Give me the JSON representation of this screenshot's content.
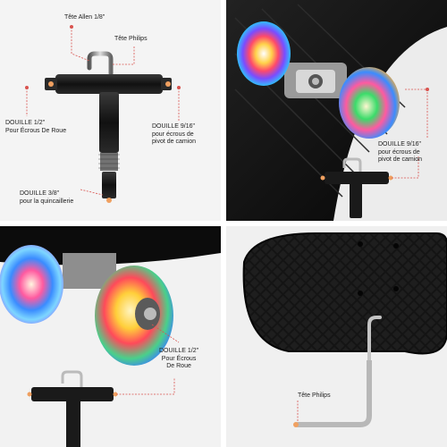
{
  "panels": {
    "tool": {
      "allen": "Tête Allen 1/8\"",
      "philips": "Tête Philips",
      "wheel_socket_title": "DOUILLE 1/2\"",
      "wheel_socket_desc": "Pour Écrous De Roue",
      "truck_socket_title": "DOUILLE 9/16\"",
      "truck_socket_desc_1": "pour écrous de",
      "truck_socket_desc_2": "pivot de camion",
      "hardware_socket_title": "DOUILLE 3/8\"",
      "hardware_socket_desc": "pour la quincaillerie"
    },
    "truck_top": {
      "socket_title": "DOUILLE 9/16\"",
      "socket_desc_1": "pour écrous de",
      "socket_desc_2": "pivot de camion"
    },
    "wheels": {
      "socket_title": "DOUILLE 1/2\"",
      "socket_desc_1": "Pour Écrous",
      "socket_desc_2": "De Roue"
    },
    "deck": {
      "philips": "Tête Philips"
    }
  },
  "colors": {
    "accent_red": "#d9534f",
    "tool_black": "#1a1a1a",
    "board_black": "#111111"
  }
}
